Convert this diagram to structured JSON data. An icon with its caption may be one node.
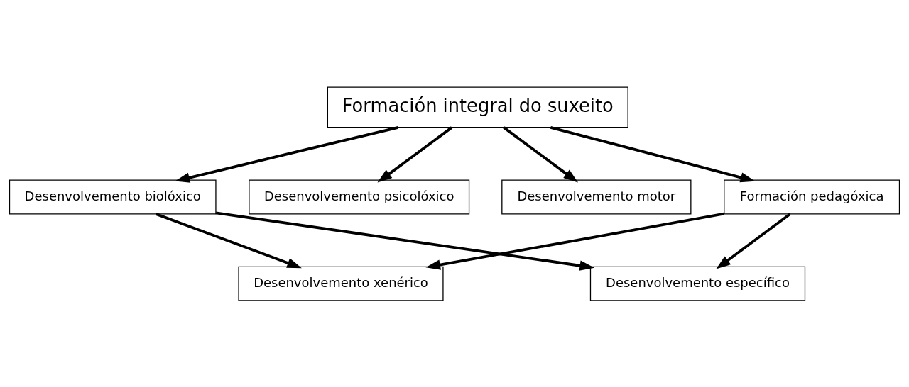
{
  "diagram": {
    "nodes": [
      {
        "text": [
          "Formación integral do suxeito"
        ]
      },
      {
        "text": [
          "Desenvolvemento biolóxico"
        ]
      },
      {
        "text": [
          "Desenvolvemento psicolóxico"
        ]
      },
      {
        "text": [
          "Desenvolvemento motor"
        ]
      },
      {
        "text": [
          "Formación pedagóxica"
        ]
      },
      {
        "text": [
          "Desenvolvemento xenérico"
        ]
      },
      {
        "text": [
          "Desenvolvemento específico"
        ]
      }
    ],
    "edges": [
      {
        "from": 0,
        "to": 1,
        "arrow": "to"
      },
      {
        "from": 0,
        "to": 2,
        "arrow": "to"
      },
      {
        "from": 0,
        "to": 3,
        "arrow": "to"
      },
      {
        "from": 0,
        "to": 4,
        "arrow": "to"
      },
      {
        "from": 1,
        "to": 5,
        "arrow": "to"
      },
      {
        "from": 1,
        "to": 6,
        "arrow": "to"
      },
      {
        "from": 4,
        "to": 5,
        "arrow": "to"
      },
      {
        "from": 4,
        "to": 6,
        "arrow": "to"
      }
    ]
  }
}
